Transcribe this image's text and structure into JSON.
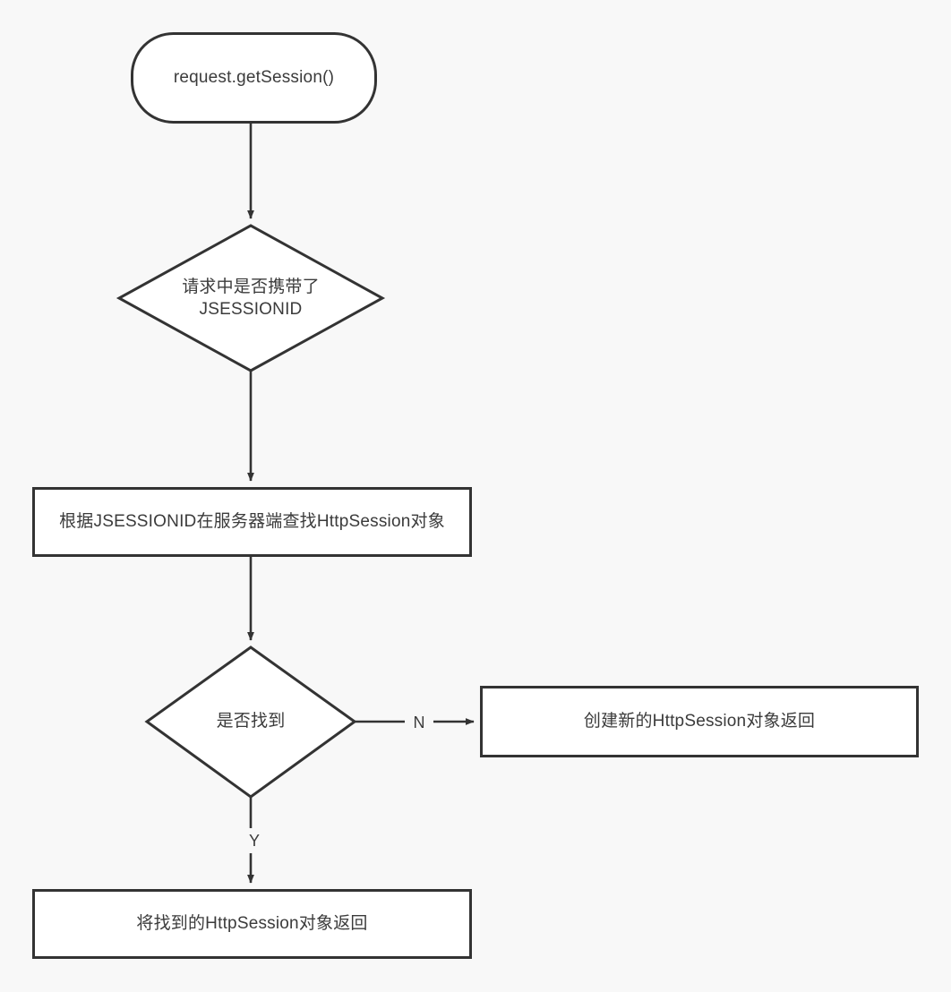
{
  "diagram": {
    "type": "flowchart",
    "title": "request.getSession() HttpSession lookup flow",
    "background_color": "#f8f8f8",
    "stroke_color": "#333333",
    "fill_color": "#ffffff",
    "text_color": "#3b3b3b",
    "nodes": [
      {
        "id": "start",
        "shape": "rounded-rectangle",
        "label": "request.getSession()"
      },
      {
        "id": "has-jsessionid",
        "shape": "diamond",
        "label": "请求中是否携带了\nJSESSIONID"
      },
      {
        "id": "lookup-session",
        "shape": "rectangle",
        "label": "根据JSESSIONID在服务器端查找HttpSession对象"
      },
      {
        "id": "found",
        "shape": "diamond",
        "label": "是否找到"
      },
      {
        "id": "create-new-session",
        "shape": "rectangle",
        "label": "创建新的HttpSession对象返回"
      },
      {
        "id": "return-found-session",
        "shape": "rectangle",
        "label": "将找到的HttpSession对象返回"
      }
    ],
    "edges": [
      {
        "id": "start-to-has-jsessionid",
        "from": "start",
        "to": "has-jsessionid",
        "label": ""
      },
      {
        "id": "has-jsessionid-to-lookup",
        "from": "has-jsessionid",
        "to": "lookup-session",
        "label": ""
      },
      {
        "id": "lookup-to-found",
        "from": "lookup-session",
        "to": "found",
        "label": ""
      },
      {
        "id": "found-to-create",
        "from": "found",
        "to": "create-new-session",
        "label": "N"
      },
      {
        "id": "found-to-return",
        "from": "found",
        "to": "return-found-session",
        "label": "Y"
      }
    ]
  }
}
